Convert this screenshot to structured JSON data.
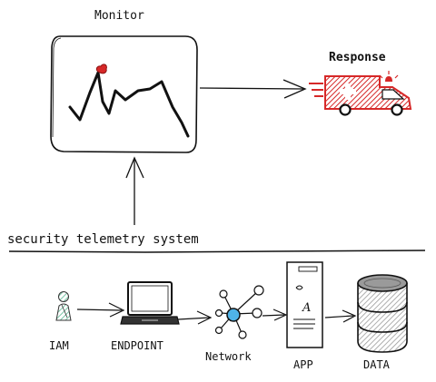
{
  "labels": {
    "monitor": "Monitor",
    "response": "Response",
    "telemetry": "security telemetry system",
    "iam": "IAM",
    "endpoint": "ENDPOINT",
    "network": "Network",
    "app": "APP",
    "data": "DATA"
  },
  "app_glyph": "A",
  "colors": {
    "ink": "#111111",
    "alert_red": "#d62828",
    "iam_green": "#a7d7c5",
    "network_blue": "#4fb3e8",
    "data_grey": "#b8b8b8"
  },
  "icons": [
    "monitor-screen-icon",
    "ambulance-icon",
    "user-icon",
    "laptop-icon",
    "network-hub-icon",
    "app-server-icon",
    "database-icon"
  ]
}
